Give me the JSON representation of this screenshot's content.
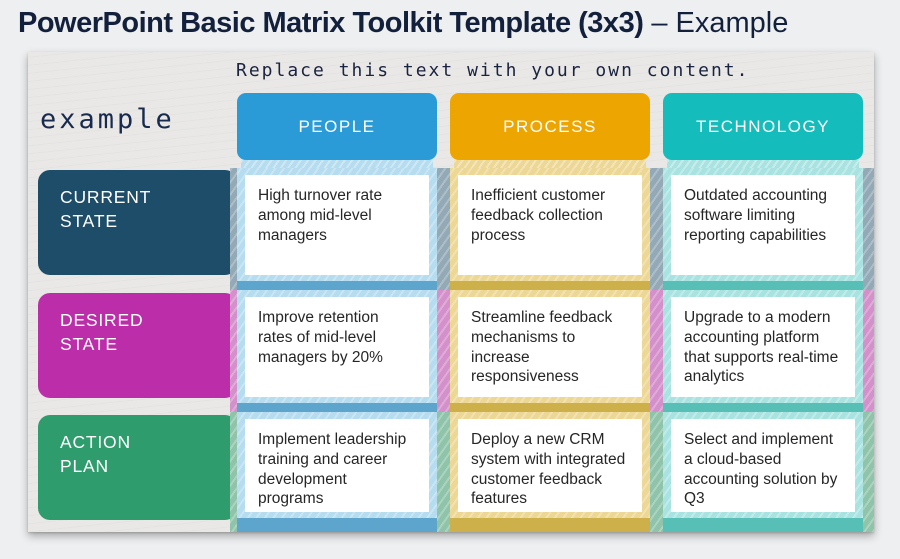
{
  "page": {
    "title_bold": "PowerPoint Basic Matrix Toolkit Template (3x3)",
    "title_suffix": "– Example"
  },
  "slide": {
    "instruction": "Replace this text with your own content.",
    "example_label": "example",
    "columns": [
      {
        "label": "PEOPLE",
        "color": "#2a9bd7",
        "tint": "#b5dcef",
        "band": "#5da5cd"
      },
      {
        "label": "PROCESS",
        "color": "#eda502",
        "tint": "#edd795",
        "band": "#cdb04a"
      },
      {
        "label": "TECHNOLOGY",
        "color": "#14bcbc",
        "tint": "#a9e3e1",
        "band": "#58bfb6"
      }
    ],
    "rows": [
      {
        "label": "CURRENT STATE",
        "color": "#1d4d68",
        "tint": "#93a9b6"
      },
      {
        "label": "DESIRED STATE",
        "color": "#bc2ea9",
        "tint": "#d490ca"
      },
      {
        "label": "ACTION PLAN",
        "color": "#2f9c6d",
        "tint": "#8fc4ab"
      }
    ],
    "cells": [
      [
        "High turnover rate among mid-level managers",
        "Inefficient customer feedback collection process",
        "Outdated accounting software limiting reporting capabilities"
      ],
      [
        "Improve retention rates of mid-level managers by 20%",
        "Streamline feedback mechanisms to increase responsiveness",
        "Upgrade to a modern accounting platform that supports real-time analytics"
      ],
      [
        "Implement leadership training and career development programs",
        "Deploy a new CRM system with integrated customer feedback features",
        "Select and implement a cloud-based accounting solution by Q3"
      ]
    ]
  }
}
